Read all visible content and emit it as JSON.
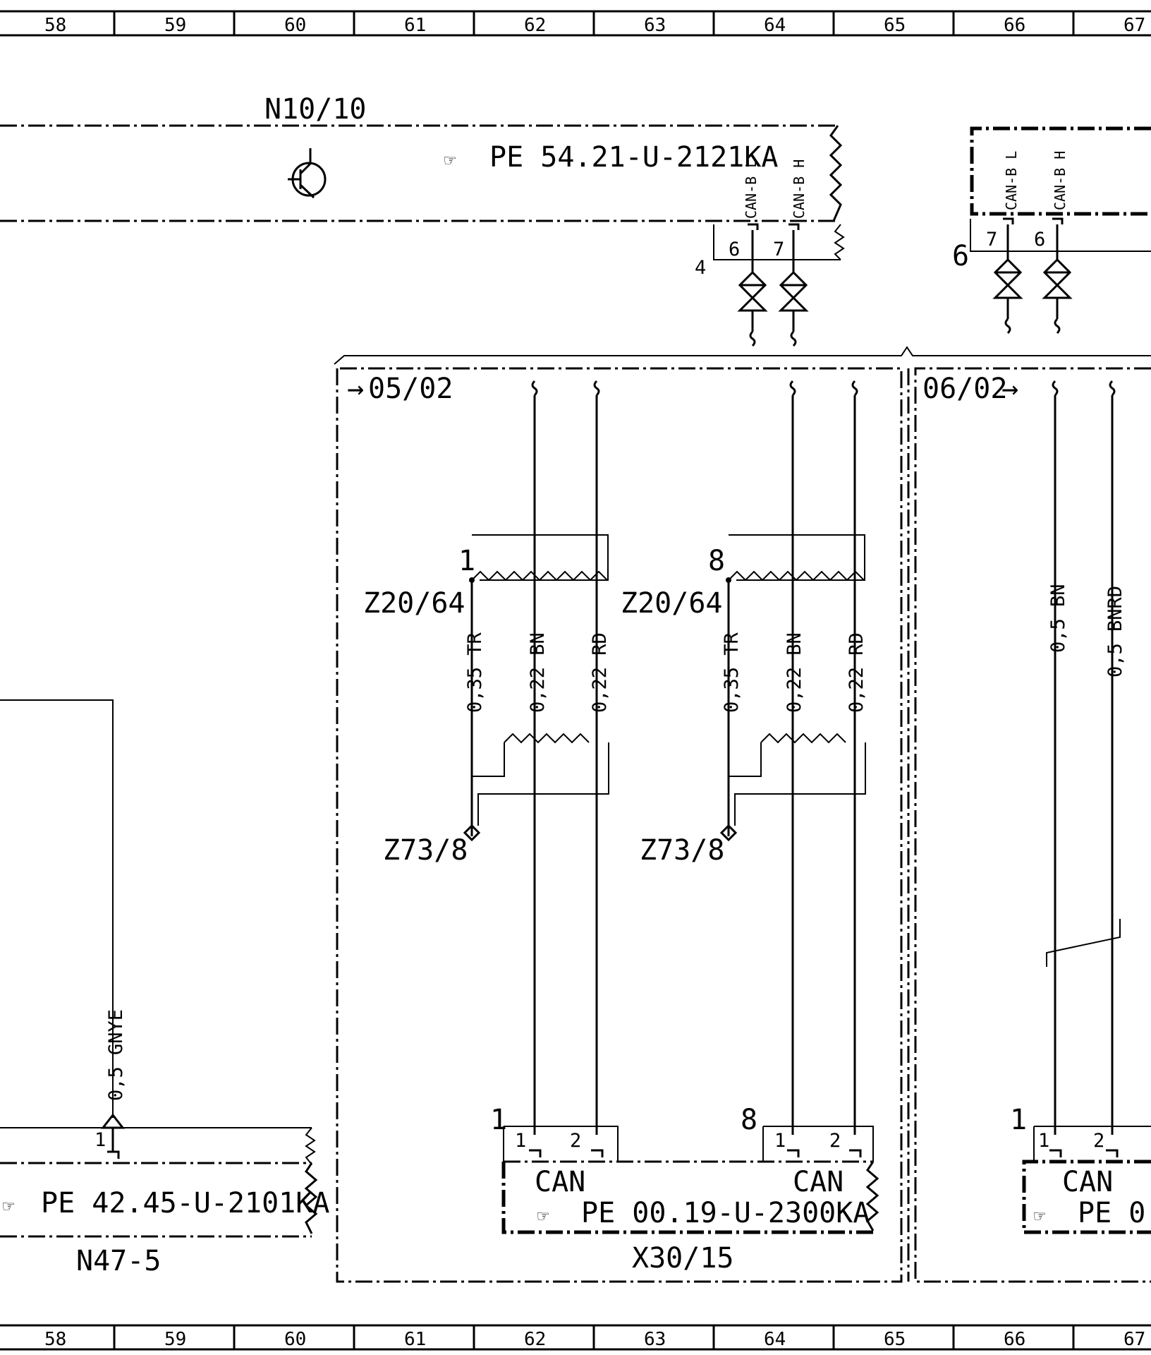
{
  "ruler": {
    "columns": [
      "58",
      "59",
      "60",
      "61",
      "62",
      "63",
      "64",
      "65",
      "66",
      "67"
    ]
  },
  "components": {
    "n10_10": {
      "name": "N10/10",
      "ref": "PE 54.21-U-2121KA",
      "pin_labels": [
        "CAN-B L",
        "CAN-B H"
      ],
      "pins": [
        "6",
        "7"
      ],
      "connector": "4"
    },
    "right_module": {
      "pin_labels": [
        "CAN-B L",
        "CAN-B H"
      ],
      "pins": [
        "7",
        "6"
      ],
      "connector": "6"
    },
    "n47_5": {
      "name": "N47-5",
      "ref": "PE 42.45-U-2101KA",
      "wire": "0,5 GNYE",
      "pin": "1"
    },
    "x30_15": {
      "name": "X30/15",
      "ref": "PE 00.19-U-2300KA",
      "can_label": "CAN",
      "pins": [
        "1",
        "2"
      ],
      "connectors": [
        "1",
        "8"
      ]
    },
    "right_can": {
      "can_label": "CAN",
      "ref": "PE 0",
      "pins": [
        "1",
        "2"
      ],
      "connector": "1"
    }
  },
  "zones": {
    "left": "05/02",
    "right": "06/02"
  },
  "wires": {
    "group1": {
      "connector": "1",
      "z20": "Z20/64",
      "z73": "Z73/8",
      "wires": [
        "0,35 TR",
        "0,22 BN",
        "0,22 RD"
      ]
    },
    "group2": {
      "connector": "8",
      "z20": "Z20/64",
      "z73": "Z73/8",
      "wires": [
        "0,35 TR",
        "0,22 BN",
        "0,22 RD"
      ]
    },
    "right": [
      "0,5 BN",
      "0,5 BNRD"
    ]
  }
}
